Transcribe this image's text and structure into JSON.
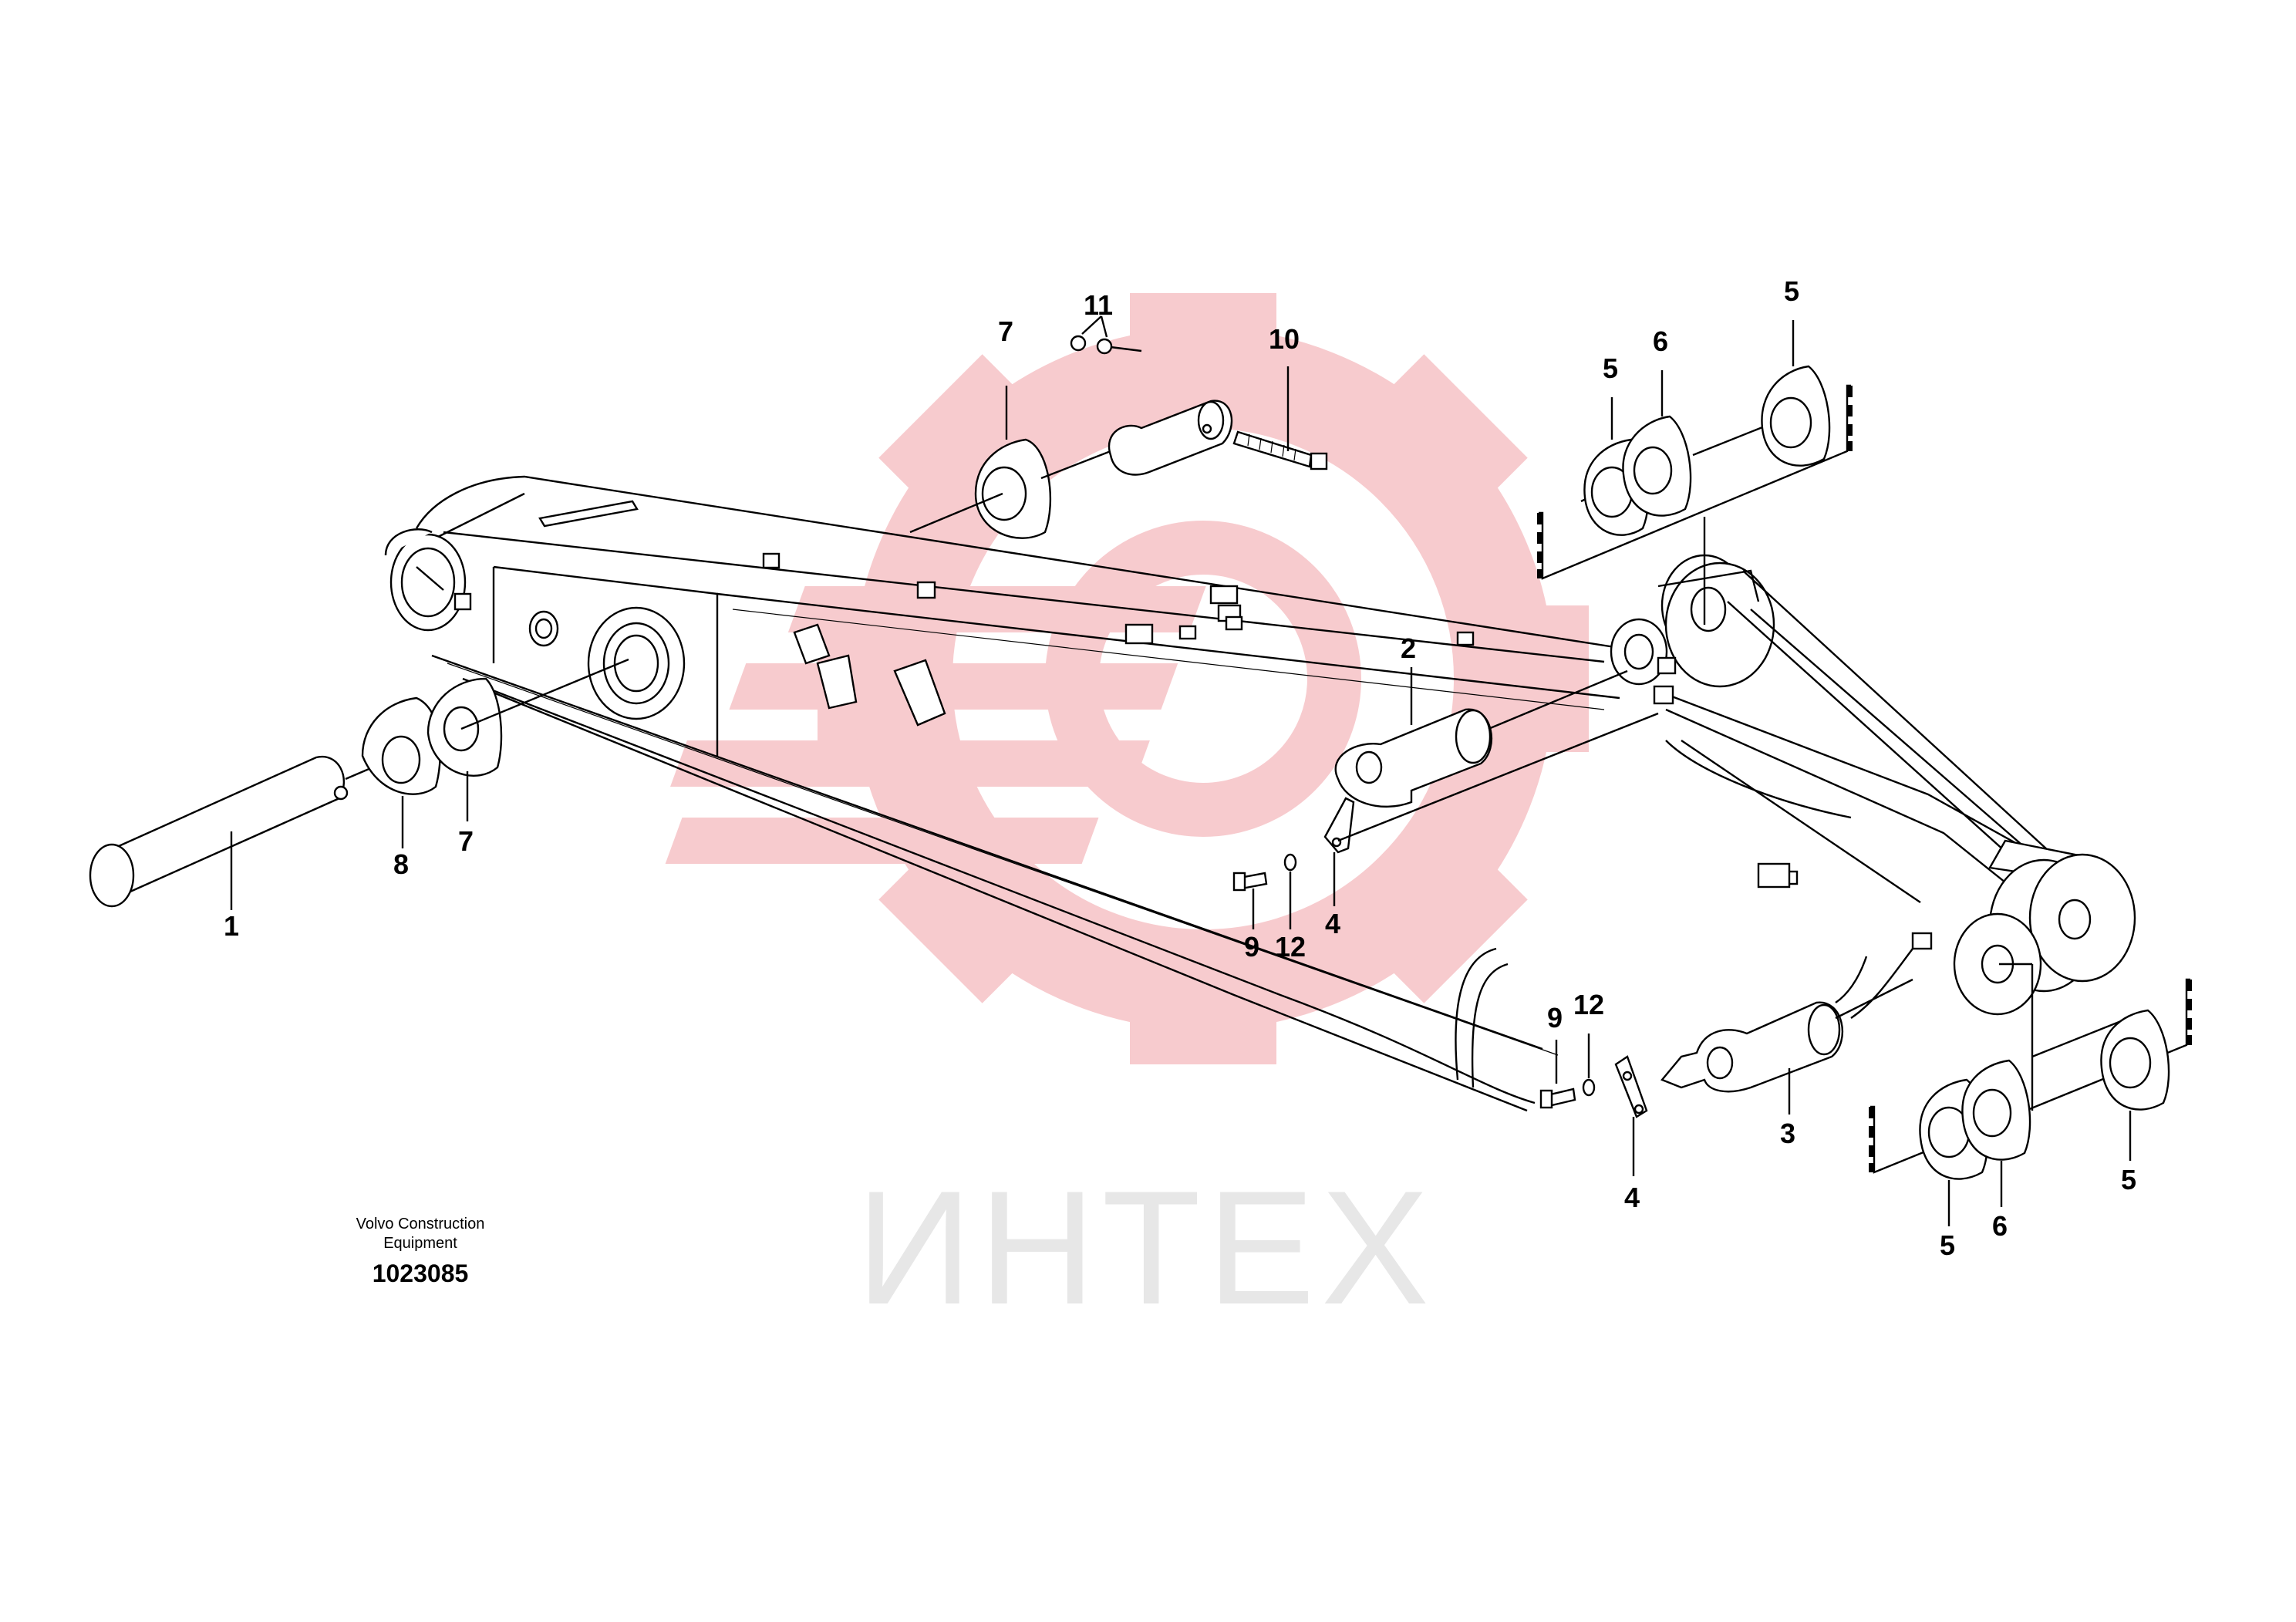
{
  "watermark": {
    "text": "ИНТЕХ",
    "colors": {
      "gear": "#f7c9cc",
      "text": "#e6e6e6"
    }
  },
  "caption": {
    "maker_line1": "Volvo Construction",
    "maker_line2": "Equipment",
    "drawing_number": "1023085"
  },
  "callouts": {
    "c1": "1",
    "c2": "2",
    "c3": "3",
    "c4a": "4",
    "c4b": "4",
    "c5a": "5",
    "c5b": "5",
    "c5c": "5",
    "c5d": "5",
    "c6a": "6",
    "c6b": "6",
    "c7a": "7",
    "c7b": "7",
    "c8": "8",
    "c9a": "9",
    "c9b": "9",
    "c10": "10",
    "c11": "11",
    "c12a": "12",
    "c12b": "12"
  }
}
